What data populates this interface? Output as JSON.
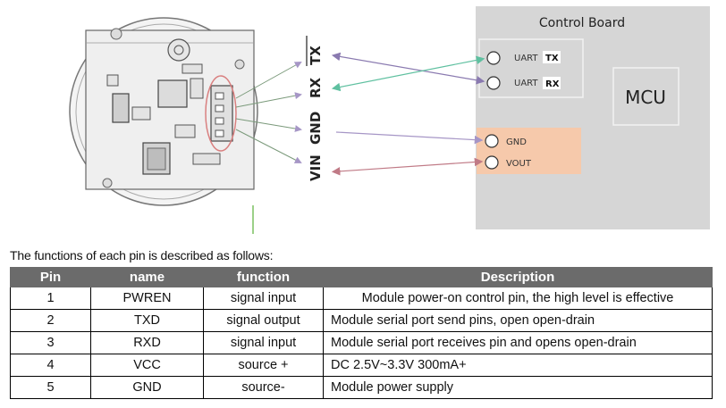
{
  "diagram": {
    "board_title": "Control Board",
    "mcu_label": "MCU",
    "uart_label": "UART",
    "sensor_pins": [
      "TX",
      "RX",
      "GND",
      "VIN"
    ],
    "board_ports": [
      {
        "prefix": "UART",
        "tag": "TX"
      },
      {
        "prefix": "UART",
        "tag": "RX"
      },
      {
        "label": "GND"
      },
      {
        "label": "VOUT"
      }
    ],
    "colors": {
      "board_bg": "#d6d6d6",
      "power_block": "#f6c9ab",
      "tx_arrow": "#8a7ab0",
      "rx_arrow": "#5fc0a0",
      "gnd_arrow": "#a696c6",
      "vin_arrow": "#c07a86",
      "sensor_highlight": "#d98080"
    }
  },
  "intro": "The functions of each pin is described as follows:",
  "table": {
    "headers": [
      "Pin",
      "name",
      "function",
      "Description"
    ],
    "rows": [
      [
        "1",
        "PWREN",
        "signal input",
        "Module power-on control pin, the high level is effective"
      ],
      [
        "2",
        "TXD",
        "signal output",
        "Module serial port send pins, open open-drain"
      ],
      [
        "3",
        "RXD",
        "signal input",
        "Module serial port receives pin and opens open-drain"
      ],
      [
        "4",
        "VCC",
        "source +",
        "DC 2.5V~3.3V 300mA+"
      ],
      [
        "5",
        "GND",
        "source-",
        "Module power supply"
      ]
    ]
  }
}
